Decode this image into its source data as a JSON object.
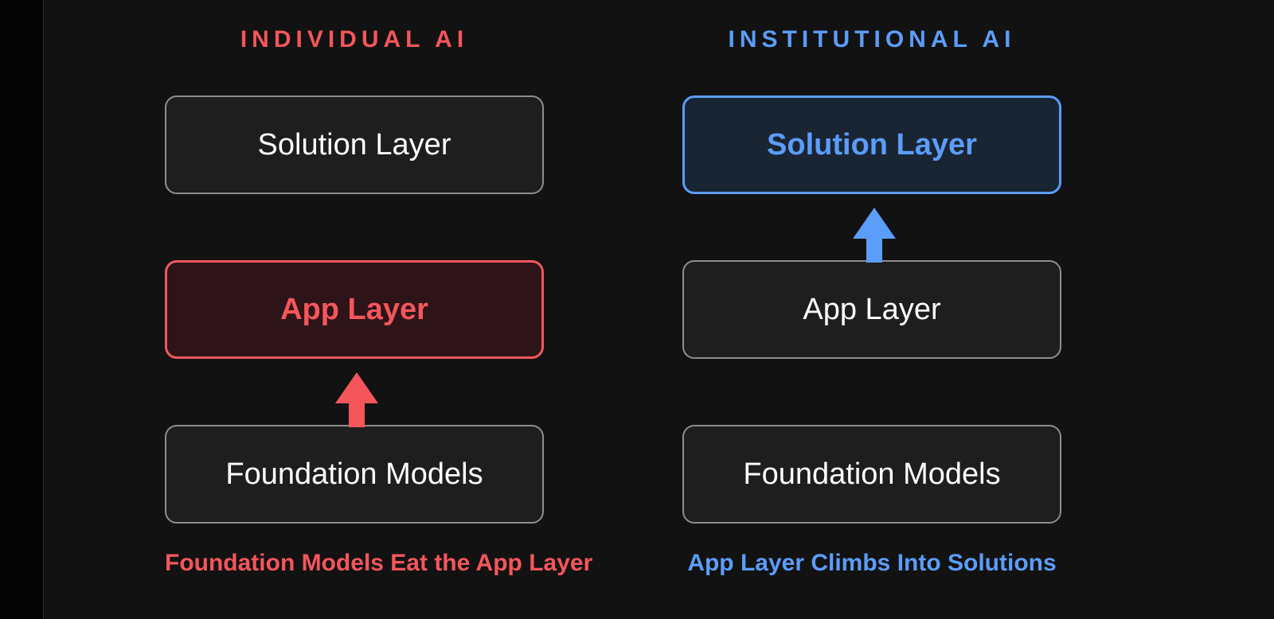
{
  "theme": {
    "background": "#000000",
    "stage_background": "#121212",
    "red_accent": "#F4565B",
    "blue_accent": "#5B9DF9",
    "neutral_border": "#8E8E8E",
    "neutral_fill": "#1E1E1E",
    "red_fill": "#2E1418",
    "blue_fill": "#1A2533",
    "text_white": "#FFFFFF"
  },
  "columns": [
    {
      "id": "individual",
      "title": "INDIVIDUAL AI",
      "title_color": "#F4565B",
      "caption": "Foundation Models Eat the App Layer",
      "caption_color": "#F4565B",
      "layers": [
        {
          "label": "Solution Layer",
          "state": "neutral"
        },
        {
          "label": "App Layer",
          "state": "highlighted-red"
        },
        {
          "label": "Foundation Models",
          "state": "neutral"
        }
      ],
      "arrow": {
        "color": "#F4565B",
        "direction": "up",
        "from_layer": "Foundation Models",
        "to_layer": "App Layer"
      }
    },
    {
      "id": "institutional",
      "title": "INSTITUTIONAL AI",
      "title_color": "#5B9DF9",
      "caption": "App Layer Climbs Into Solutions",
      "caption_color": "#5B9DF9",
      "layers": [
        {
          "label": "Solution Layer",
          "state": "highlighted-blue"
        },
        {
          "label": "App Layer",
          "state": "neutral"
        },
        {
          "label": "Foundation Models",
          "state": "neutral"
        }
      ],
      "arrow": {
        "color": "#5B9DF9",
        "direction": "up",
        "from_layer": "App Layer",
        "to_layer": "Solution Layer"
      }
    }
  ]
}
